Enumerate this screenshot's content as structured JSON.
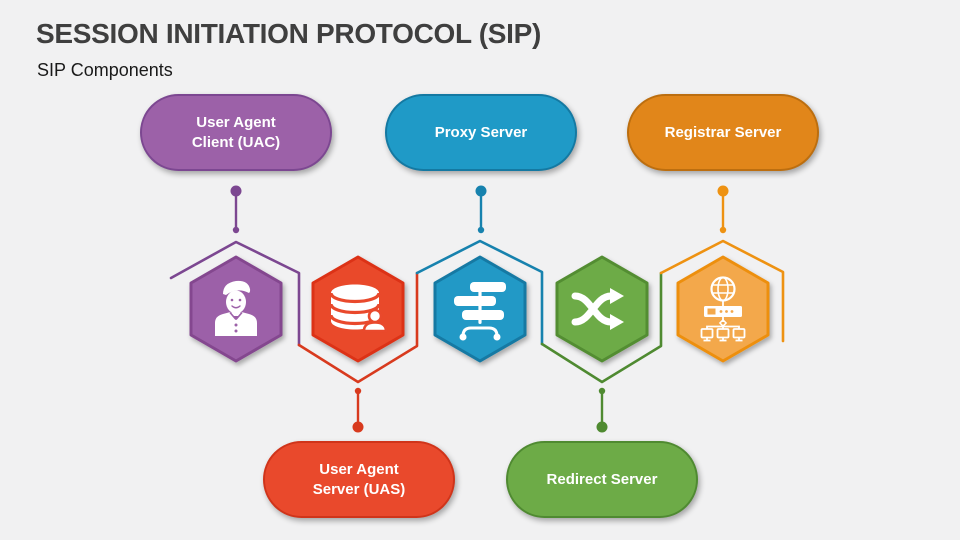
{
  "slide": {
    "title": "SESSION INITIATION PROTOCOL (SIP)",
    "subtitle": "SIP Components"
  },
  "theme": {
    "background": "#F1F1F2",
    "title_color": "#3F3F3F",
    "subtitle_color": "#1A1A1A",
    "label_text_color": "#FFFFFF"
  },
  "components": [
    {
      "label": "User Agent Client (UAC)",
      "pill_position": "top",
      "icon": "person-icon",
      "pill_color": "#9C61A8",
      "hex_color": "#9C61A8",
      "border_color": "#7C4791",
      "connector_color": "#7C4791"
    },
    {
      "label": "Proxy Server",
      "pill_position": "top",
      "icon": "server-rack-icon",
      "pill_color": "#1F9AC7",
      "hex_color": "#2199C6",
      "border_color": "#1479A2",
      "connector_color": "#1782AE"
    },
    {
      "label": "Registrar Server",
      "pill_position": "top",
      "icon": "network-tree-icon",
      "pill_color": "#E1861A",
      "hex_color": "#F3A84B",
      "border_color": "#BC6E0F",
      "connector_color": "#EE9212"
    },
    {
      "label": "User Agent Server (UAS)",
      "pill_position": "bottom",
      "icon": "database-user-icon",
      "pill_color": "#E9492C",
      "hex_color": "#E9492C",
      "border_color": "#D0341A",
      "connector_color": "#D83A1E"
    },
    {
      "label": "Redirect Server",
      "pill_position": "bottom",
      "icon": "shuffle-arrows-icon",
      "pill_color": "#6DAB47",
      "hex_color": "#6DAB47",
      "border_color": "#4F8A31",
      "connector_color": "#4F8A31"
    }
  ]
}
